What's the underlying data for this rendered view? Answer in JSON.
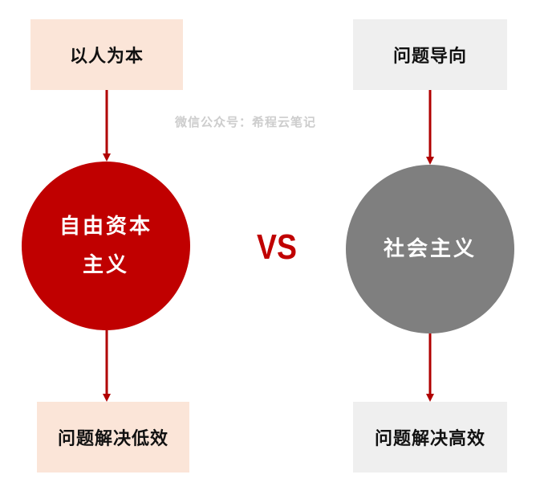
{
  "watermark": "微信公众号：希程云笔记",
  "vs": "VS",
  "left": {
    "top_box": "以人为本",
    "circle_line1": "自由资本",
    "circle_line2": "主义",
    "bottom_box": "问题解决低效"
  },
  "right": {
    "top_box": "问题导向",
    "circle_label": "社会主义",
    "bottom_box": "问题解决高效"
  },
  "colors": {
    "accent_red": "#c00000",
    "circle_grey": "#7f7f7f",
    "box_pink": "#fbe5d8",
    "box_grey": "#efefef",
    "arrow": "#b00000"
  }
}
